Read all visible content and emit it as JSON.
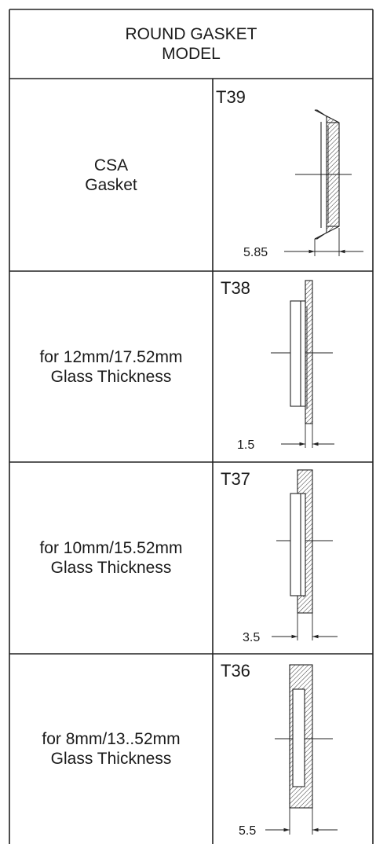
{
  "header": {
    "line1": "ROUND GASKET",
    "line2": "MODEL"
  },
  "rows": [
    {
      "line1": "CSA",
      "line2": "Gasket",
      "code": "T39",
      "dim": "5.85"
    },
    {
      "line1": "for 12mm/17.52mm",
      "line2": "Glass Thickness",
      "code": "T38",
      "dim": "1.5"
    },
    {
      "line1": "for 10mm/15.52mm",
      "line2": "Glass Thickness",
      "code": "T37",
      "dim": "3.5"
    },
    {
      "line1": "for 8mm/13..52mm",
      "line2": "Glass Thickness",
      "code": "T36",
      "dim": "5.5"
    }
  ]
}
